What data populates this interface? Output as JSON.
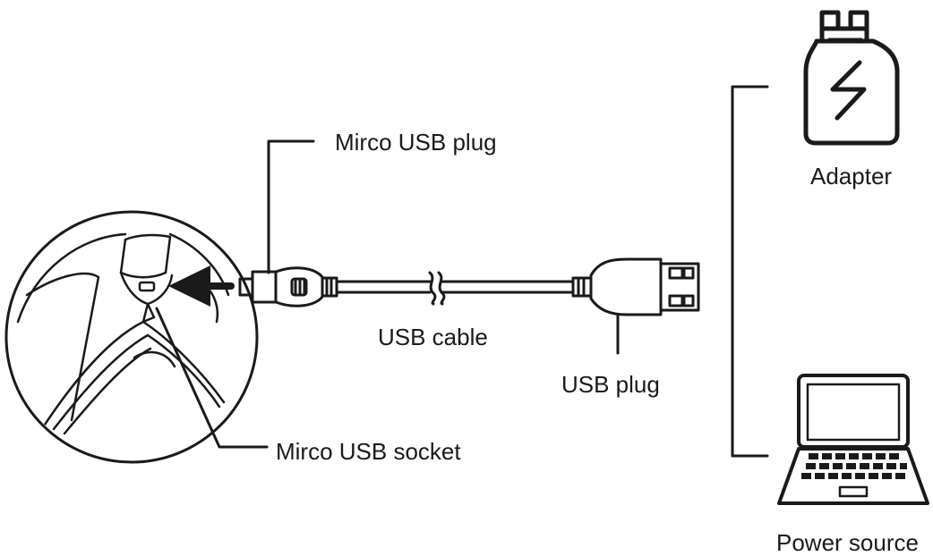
{
  "labels": {
    "micro_usb_plug": "Mirco USB plug",
    "usb_cable": "USB cable",
    "usb_plug": "USB plug",
    "micro_usb_socket": "Mirco USB socket",
    "adapter": "Adapter",
    "power_source": "Power source"
  },
  "icons": {
    "adapter": "adapter-icon",
    "laptop": "laptop-icon",
    "arrow": "insert-arrow-icon"
  }
}
